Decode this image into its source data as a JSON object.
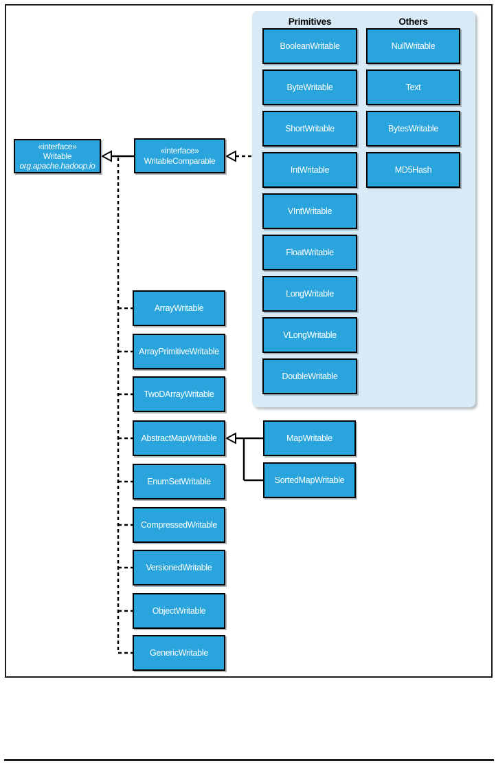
{
  "diagram": {
    "writable": {
      "stereotype": "«interface»",
      "name": "Writable",
      "package": "org.apache.hadoop.io"
    },
    "writable_comparable": {
      "stereotype": "«interface»",
      "name": "WritableComparable"
    },
    "panel": {
      "primitives_header": "Primitives",
      "others_header": "Others",
      "primitives": [
        "BooleanWritable",
        "ByteWritable",
        "ShortWritable",
        "IntWritable",
        "VIntWritable",
        "FloatWritable",
        "LongWritable",
        "VLongWritable",
        "DoubleWritable"
      ],
      "others": [
        "NullWritable",
        "Text",
        "BytesWritable",
        "MD5Hash"
      ]
    },
    "subclasses": [
      "ArrayWritable",
      "ArrayPrimitiveWritable",
      "TwoDArrayWritable",
      "AbstractMapWritable",
      "EnumSetWritable",
      "CompressedWritable",
      "VersionedWritable",
      "ObjectWritable",
      "GenericWritable"
    ],
    "map_subclasses": [
      "MapWritable",
      "SortedMapWritable"
    ]
  },
  "colors": {
    "class_fill": "#29A4DC",
    "panel_fill": "#D8EAF6",
    "border": "#000000",
    "class_text": "#FFFFFF",
    "header_text": "#000000"
  }
}
